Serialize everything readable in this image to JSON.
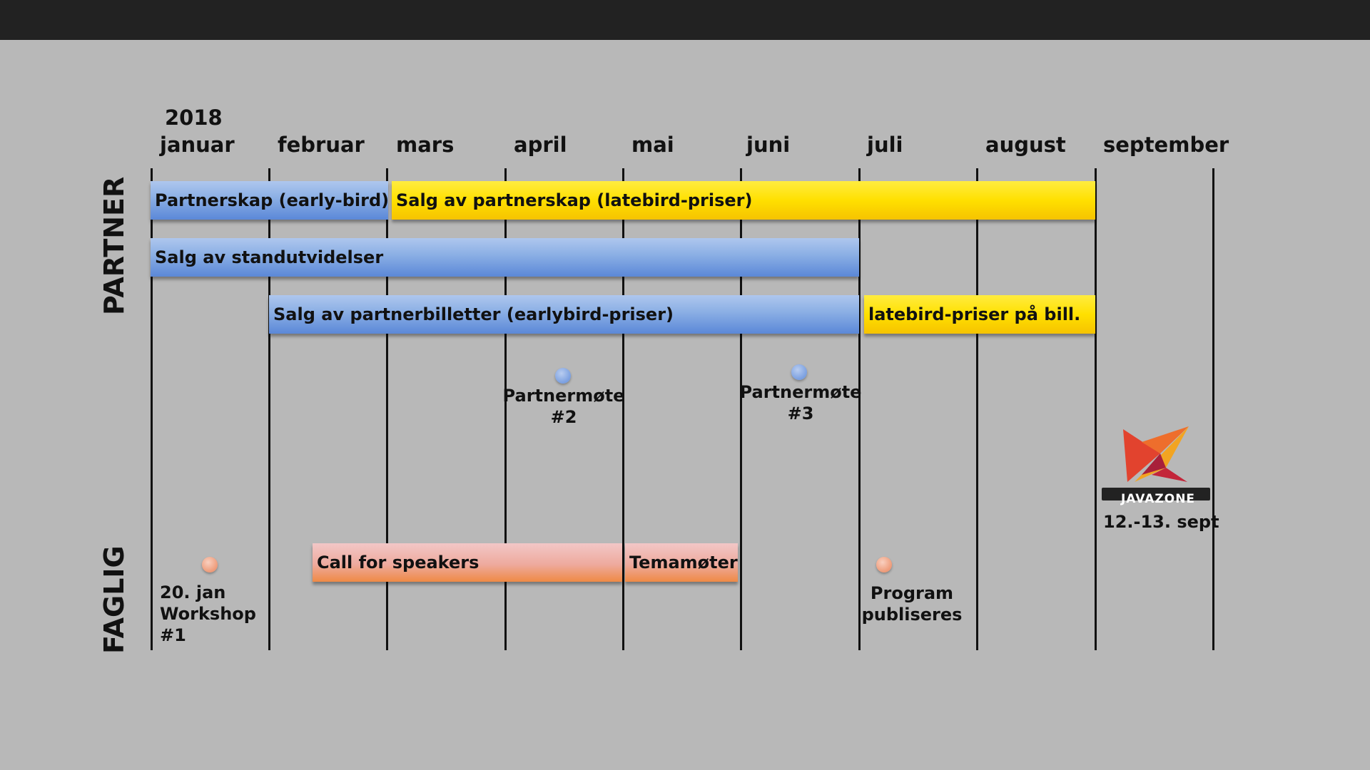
{
  "year": "2018",
  "months": [
    "januar",
    "februar",
    "mars",
    "april",
    "mai",
    "juni",
    "juli",
    "august",
    "september"
  ],
  "sections": {
    "partner": "PARTNER",
    "faglig": "FAGLIG"
  },
  "bars": {
    "partnerskap_early": "Partnerskap (early-bird)",
    "partnerskap_late": "Salg av partnerskap (latebird-priser)",
    "standutvidelser": "Salg av standutvidelser",
    "partnerbilletter": "Salg av partnerbilletter (earlybird-priser)",
    "latebird_bill": "latebird-priser på bill.",
    "call_for_speakers": "Call for speakers",
    "temamoter": "Temamøter"
  },
  "events": {
    "partnermote2_line1": "Partnermøte",
    "partnermote2_line2": "#2",
    "partnermote3_line1": "Partnermøte",
    "partnermote3_line2": "#3",
    "workshop_line1": "20. jan",
    "workshop_line2": "Workshop",
    "workshop_line3": "#1",
    "program_line1": "Program",
    "program_line2": "publiseres"
  },
  "conference": {
    "logo_text": "JAVAZONE",
    "dates": "12.-13. sept"
  },
  "colors": {
    "background": "#b8b8b8",
    "topbar": "#222222",
    "partner_blue": "#7fa4e2",
    "late_yellow": "#ffe000",
    "faglig_orange": "#ef8a45"
  }
}
